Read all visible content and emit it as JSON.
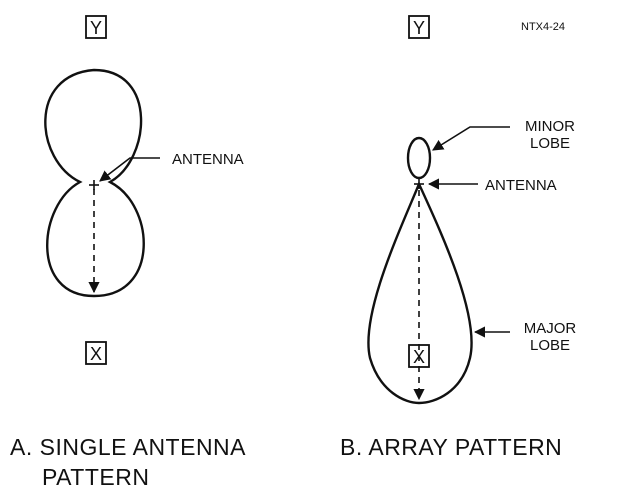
{
  "figure_id": "NTX4-24",
  "panel_a": {
    "y_axis": "Y",
    "x_axis": "X",
    "antenna_label": "ANTENNA",
    "caption_line1": "A. SINGLE ANTENNA",
    "caption_line2": "PATTERN"
  },
  "panel_b": {
    "y_axis": "Y",
    "x_axis": "X",
    "antenna_label": "ANTENNA",
    "minor_lobe_line1": "MINOR",
    "minor_lobe_line2": "LOBE",
    "major_lobe_line1": "MAJOR",
    "major_lobe_line2": "LOBE",
    "caption": "B. ARRAY PATTERN"
  }
}
